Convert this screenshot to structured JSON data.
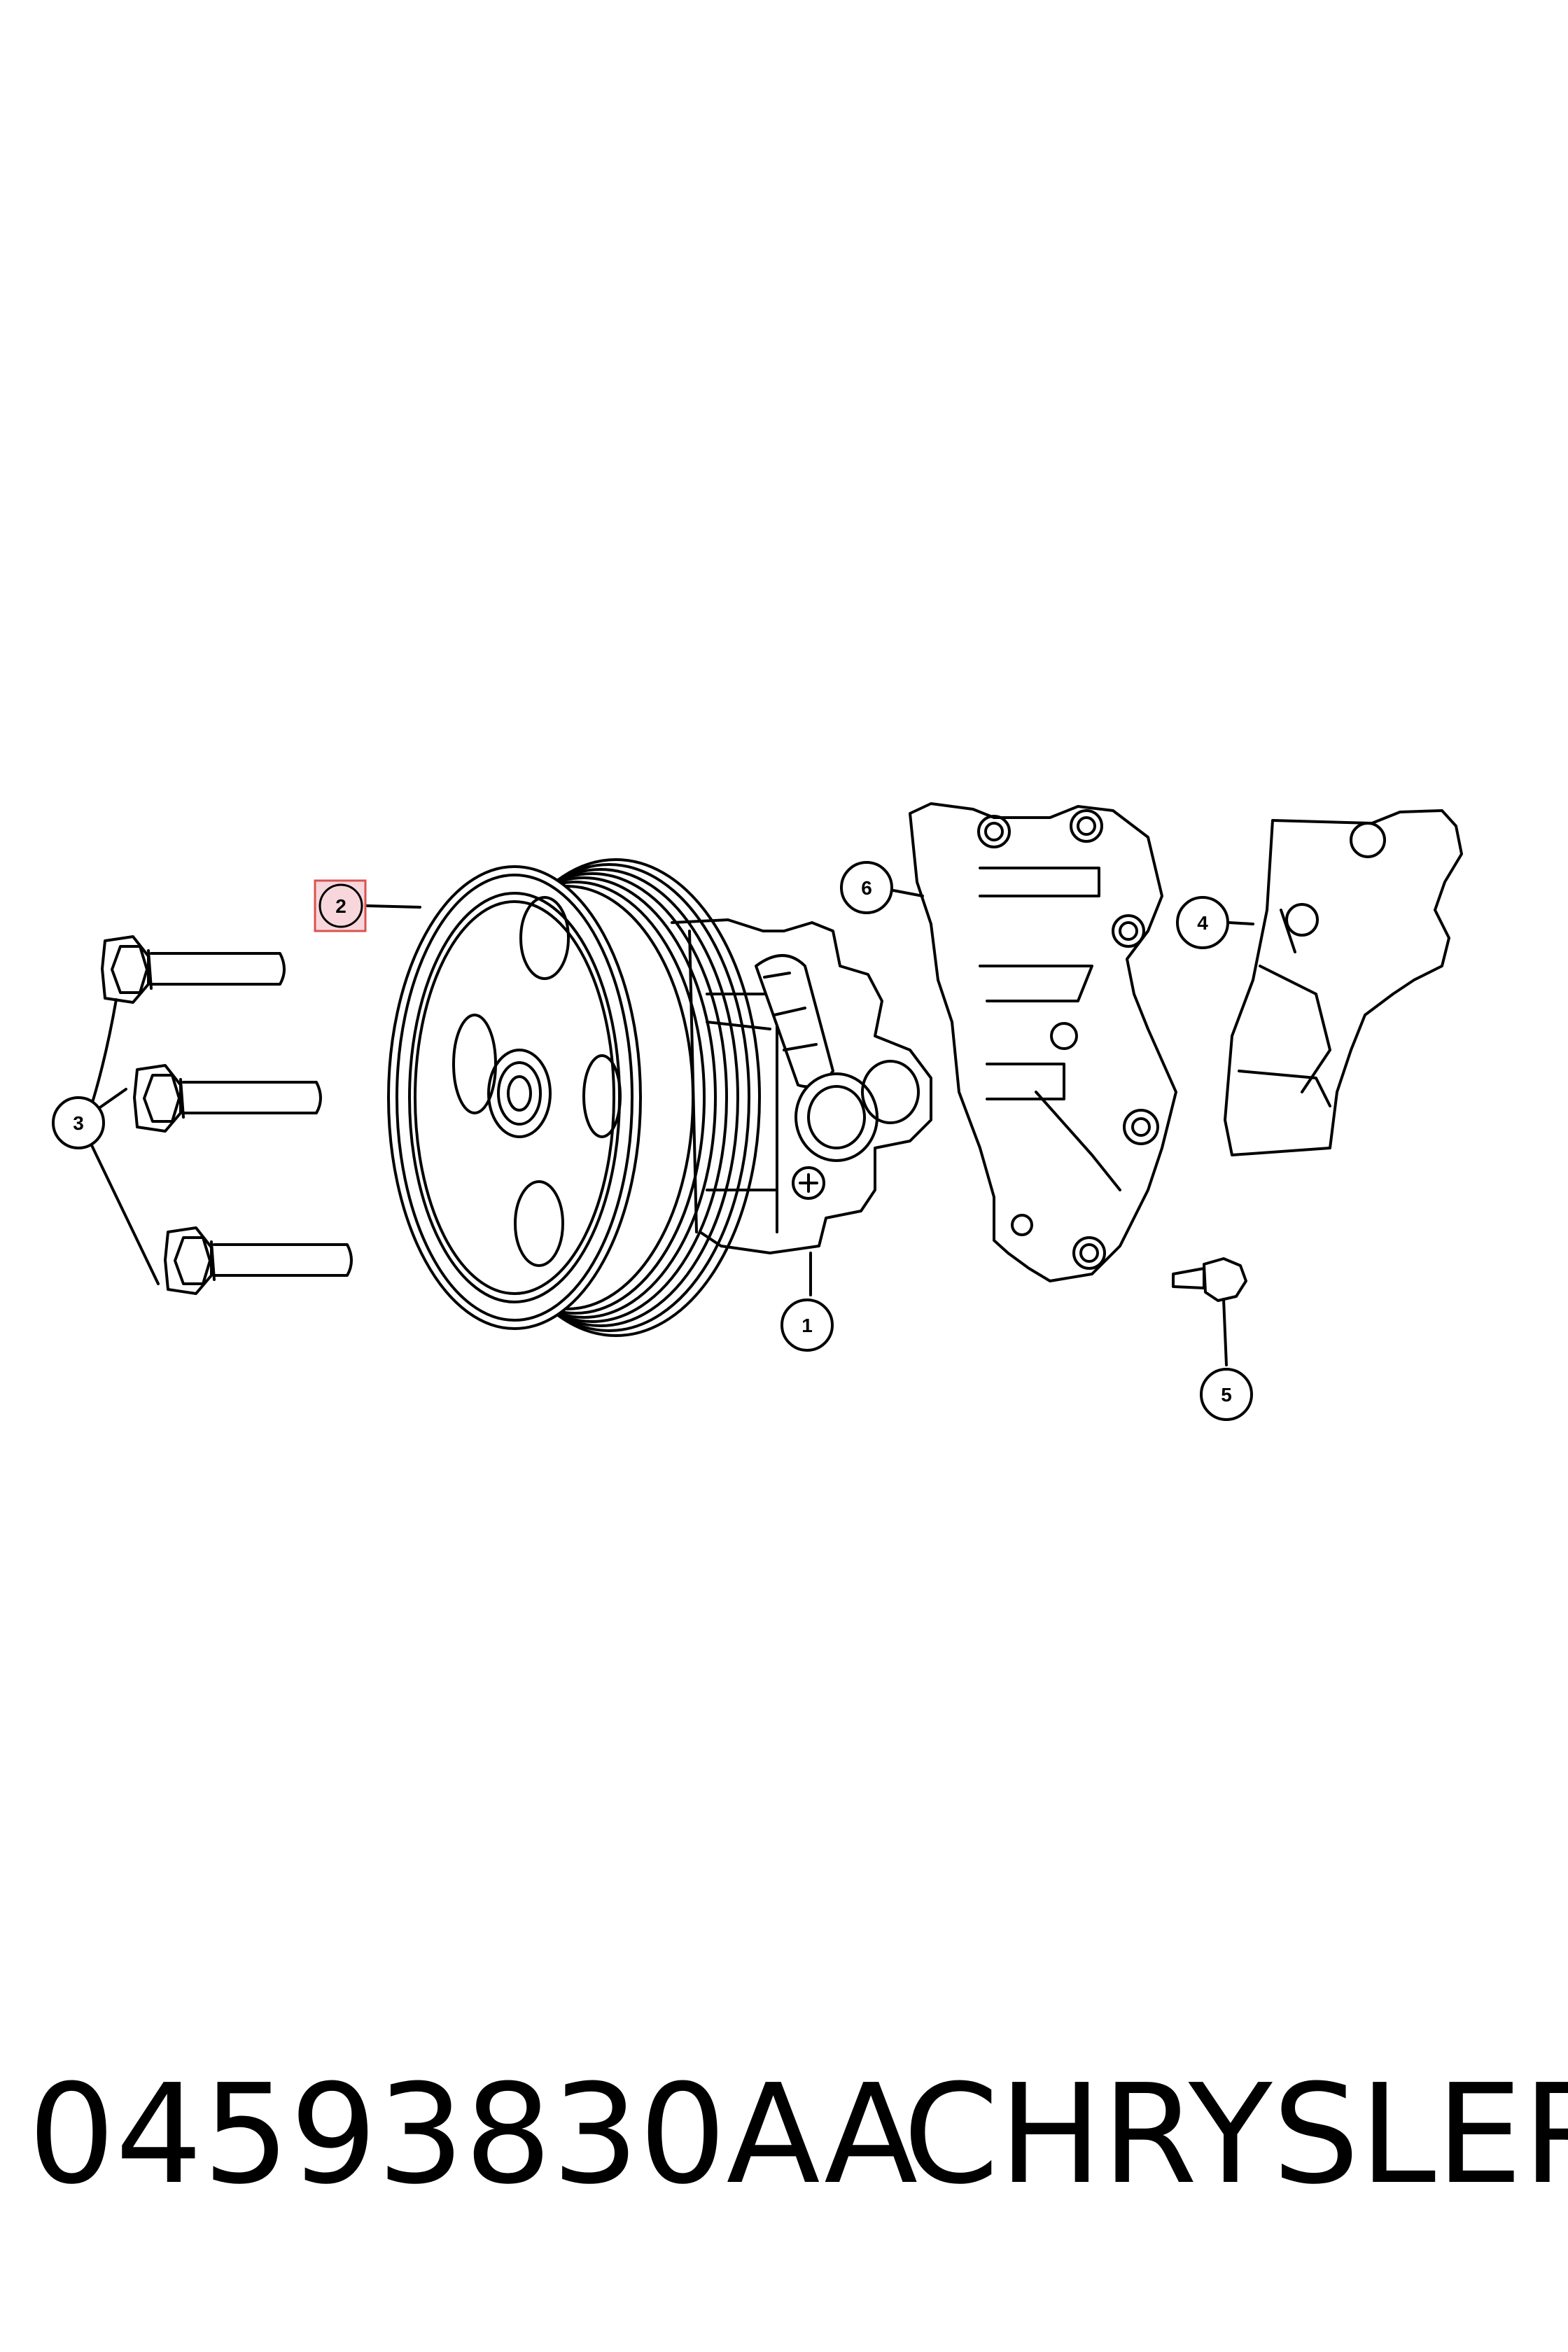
{
  "callouts": [
    {
      "id": "1",
      "label": "1"
    },
    {
      "id": "2",
      "label": "2",
      "highlight": true
    },
    {
      "id": "3",
      "label": "3"
    },
    {
      "id": "4",
      "label": "4"
    },
    {
      "id": "5",
      "label": "5"
    },
    {
      "id": "6",
      "label": "6"
    }
  ],
  "caption": {
    "part_number": "04593830AA",
    "brand": "CHRYSLER"
  },
  "colors": {
    "line": "#000000",
    "highlight_fill": "#f8d7dc",
    "highlight_stroke": "#d9534f"
  }
}
